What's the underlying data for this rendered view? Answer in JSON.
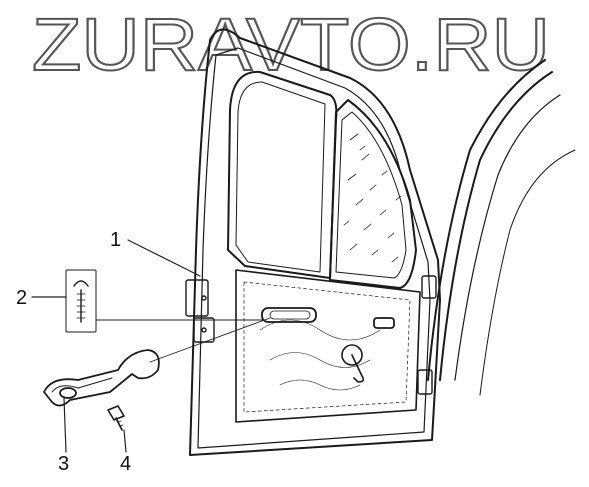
{
  "watermark": {
    "text": "ZURAVTO.RU"
  },
  "callouts": {
    "c1": "1",
    "c2": "2",
    "c3": "3",
    "c4": "4"
  },
  "colors": {
    "ink": "#1a1a1a",
    "watermark_stroke": "#555555",
    "watermark_fill": "#ffffff"
  }
}
